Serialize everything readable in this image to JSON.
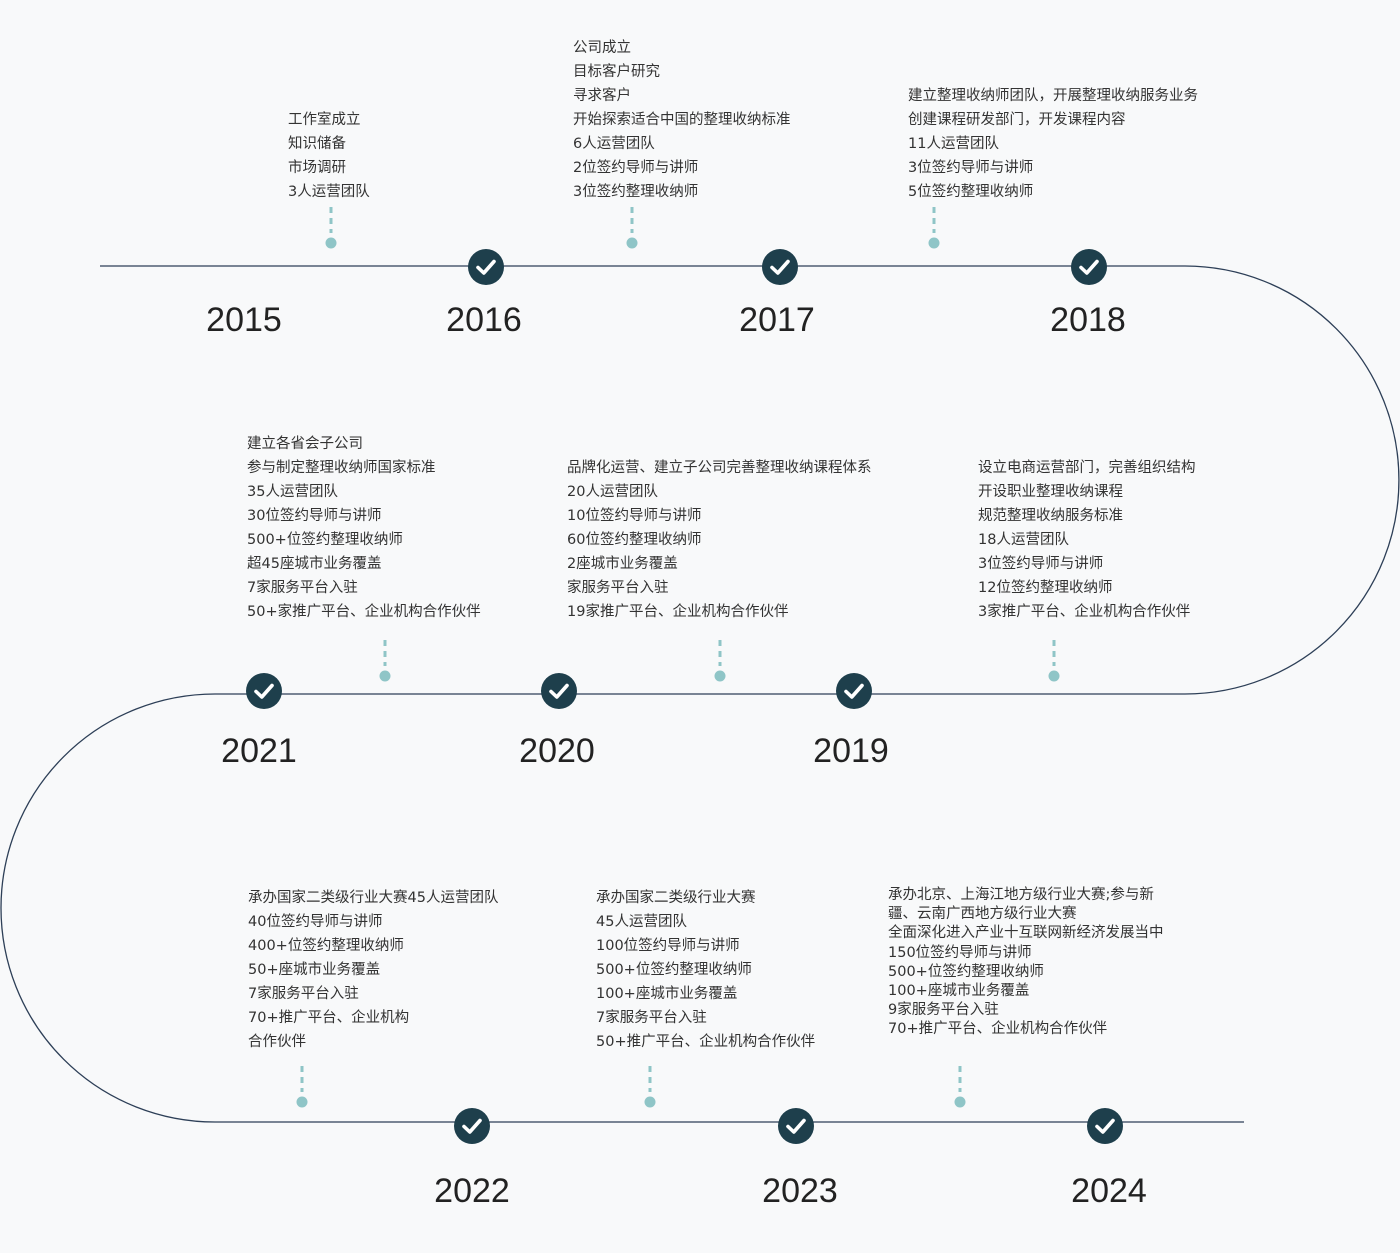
{
  "colors": {
    "line": "#2d3f57",
    "node": "#1e3f4c",
    "connector": "#8fc5c7",
    "background": "#f8f9fa"
  },
  "icons": {
    "node": "check-circle-icon",
    "connector": "dashed-connector-icon"
  },
  "years": [
    {
      "label": "2015",
      "check": false,
      "connector": true,
      "lines": [
        "工作室成立",
        "知识储备",
        "市场调研",
        "3人运营团队"
      ]
    },
    {
      "label": "2016",
      "check": true,
      "connector": false,
      "lines": []
    },
    {
      "label": "2017",
      "check": true,
      "connector": true,
      "lines": [
        "公司成立",
        "目标客户研究",
        "寻求客户",
        "开始探索适合中国的整理收纳标准",
        "6人运营团队",
        "2位签约导师与讲师",
        "3位签约整理收纳师"
      ]
    },
    {
      "label": "2018",
      "check": true,
      "connector": true,
      "lines": [
        "建立整理收纳师团队，开展整理收纳服务业务",
        "创建课程研发部门，开发课程内容",
        "11人运营团队",
        "3位签约导师与讲师",
        "5位签约整理收纳师"
      ]
    },
    {
      "label": "2019",
      "check": true,
      "connector": true,
      "lines": [
        "设立电商运营部门，完善组织结构",
        "开设职业整理收纳课程",
        "规范整理收纳服务标准",
        "18人运营团队",
        "3位签约导师与讲师",
        "12位签约整理收纳师",
        "3家推广平台、企业机构合作伙伴"
      ]
    },
    {
      "label": "2020",
      "check": true,
      "connector": true,
      "lines": [
        "品牌化运营、建立子公司完善整理收纳课程体系",
        "20人运营团队",
        "10位签约导师与讲师",
        "60位签约整理收纳师",
        "2座城市业务覆盖",
        "家服务平台入驻",
        "19家推广平台、企业机构合作伙伴"
      ]
    },
    {
      "label": "2021",
      "check": true,
      "connector": true,
      "lines": [
        "建立各省会子公司",
        "参与制定整理收纳师国家标准",
        "35人运营团队",
        "30位签约导师与讲师",
        "500+位签约整理收纳师",
        "超45座城市业务覆盖",
        "7家服务平台入驻",
        "50+家推广平台、企业机构合作伙伴"
      ]
    },
    {
      "label": "2022",
      "check": true,
      "connector": true,
      "lines": [
        "承办国家二类级行业大赛45人运营团队",
        "40位签约导师与讲师",
        "400+位签约整理收纳师",
        "50+座城市业务覆盖",
        "7家服务平台入驻",
        "70+推广平台、企业机构",
        "合作伙伴"
      ]
    },
    {
      "label": "2023",
      "check": true,
      "connector": true,
      "lines": [
        "承办国家二类级行业大赛",
        "45人运营团队",
        "100位签约导师与讲师",
        "500+位签约整理收纳师",
        "100+座城市业务覆盖",
        "7家服务平台入驻",
        "50+推广平台、企业机构合作伙伴"
      ]
    },
    {
      "label": "2024",
      "check": true,
      "connector": true,
      "lines": [
        "承办北京、上海江地方级行业大赛;参与新",
        "疆、云南广西地方级行业大赛",
        "全面深化进入产业十互联网新经济发展当中",
        "150位签约导师与讲师",
        "500+位签约整理收纳师",
        "100+座城市业务覆盖",
        "9家服务平台入驻",
        "70+推广平台、企业机构合作伙伴"
      ]
    }
  ]
}
